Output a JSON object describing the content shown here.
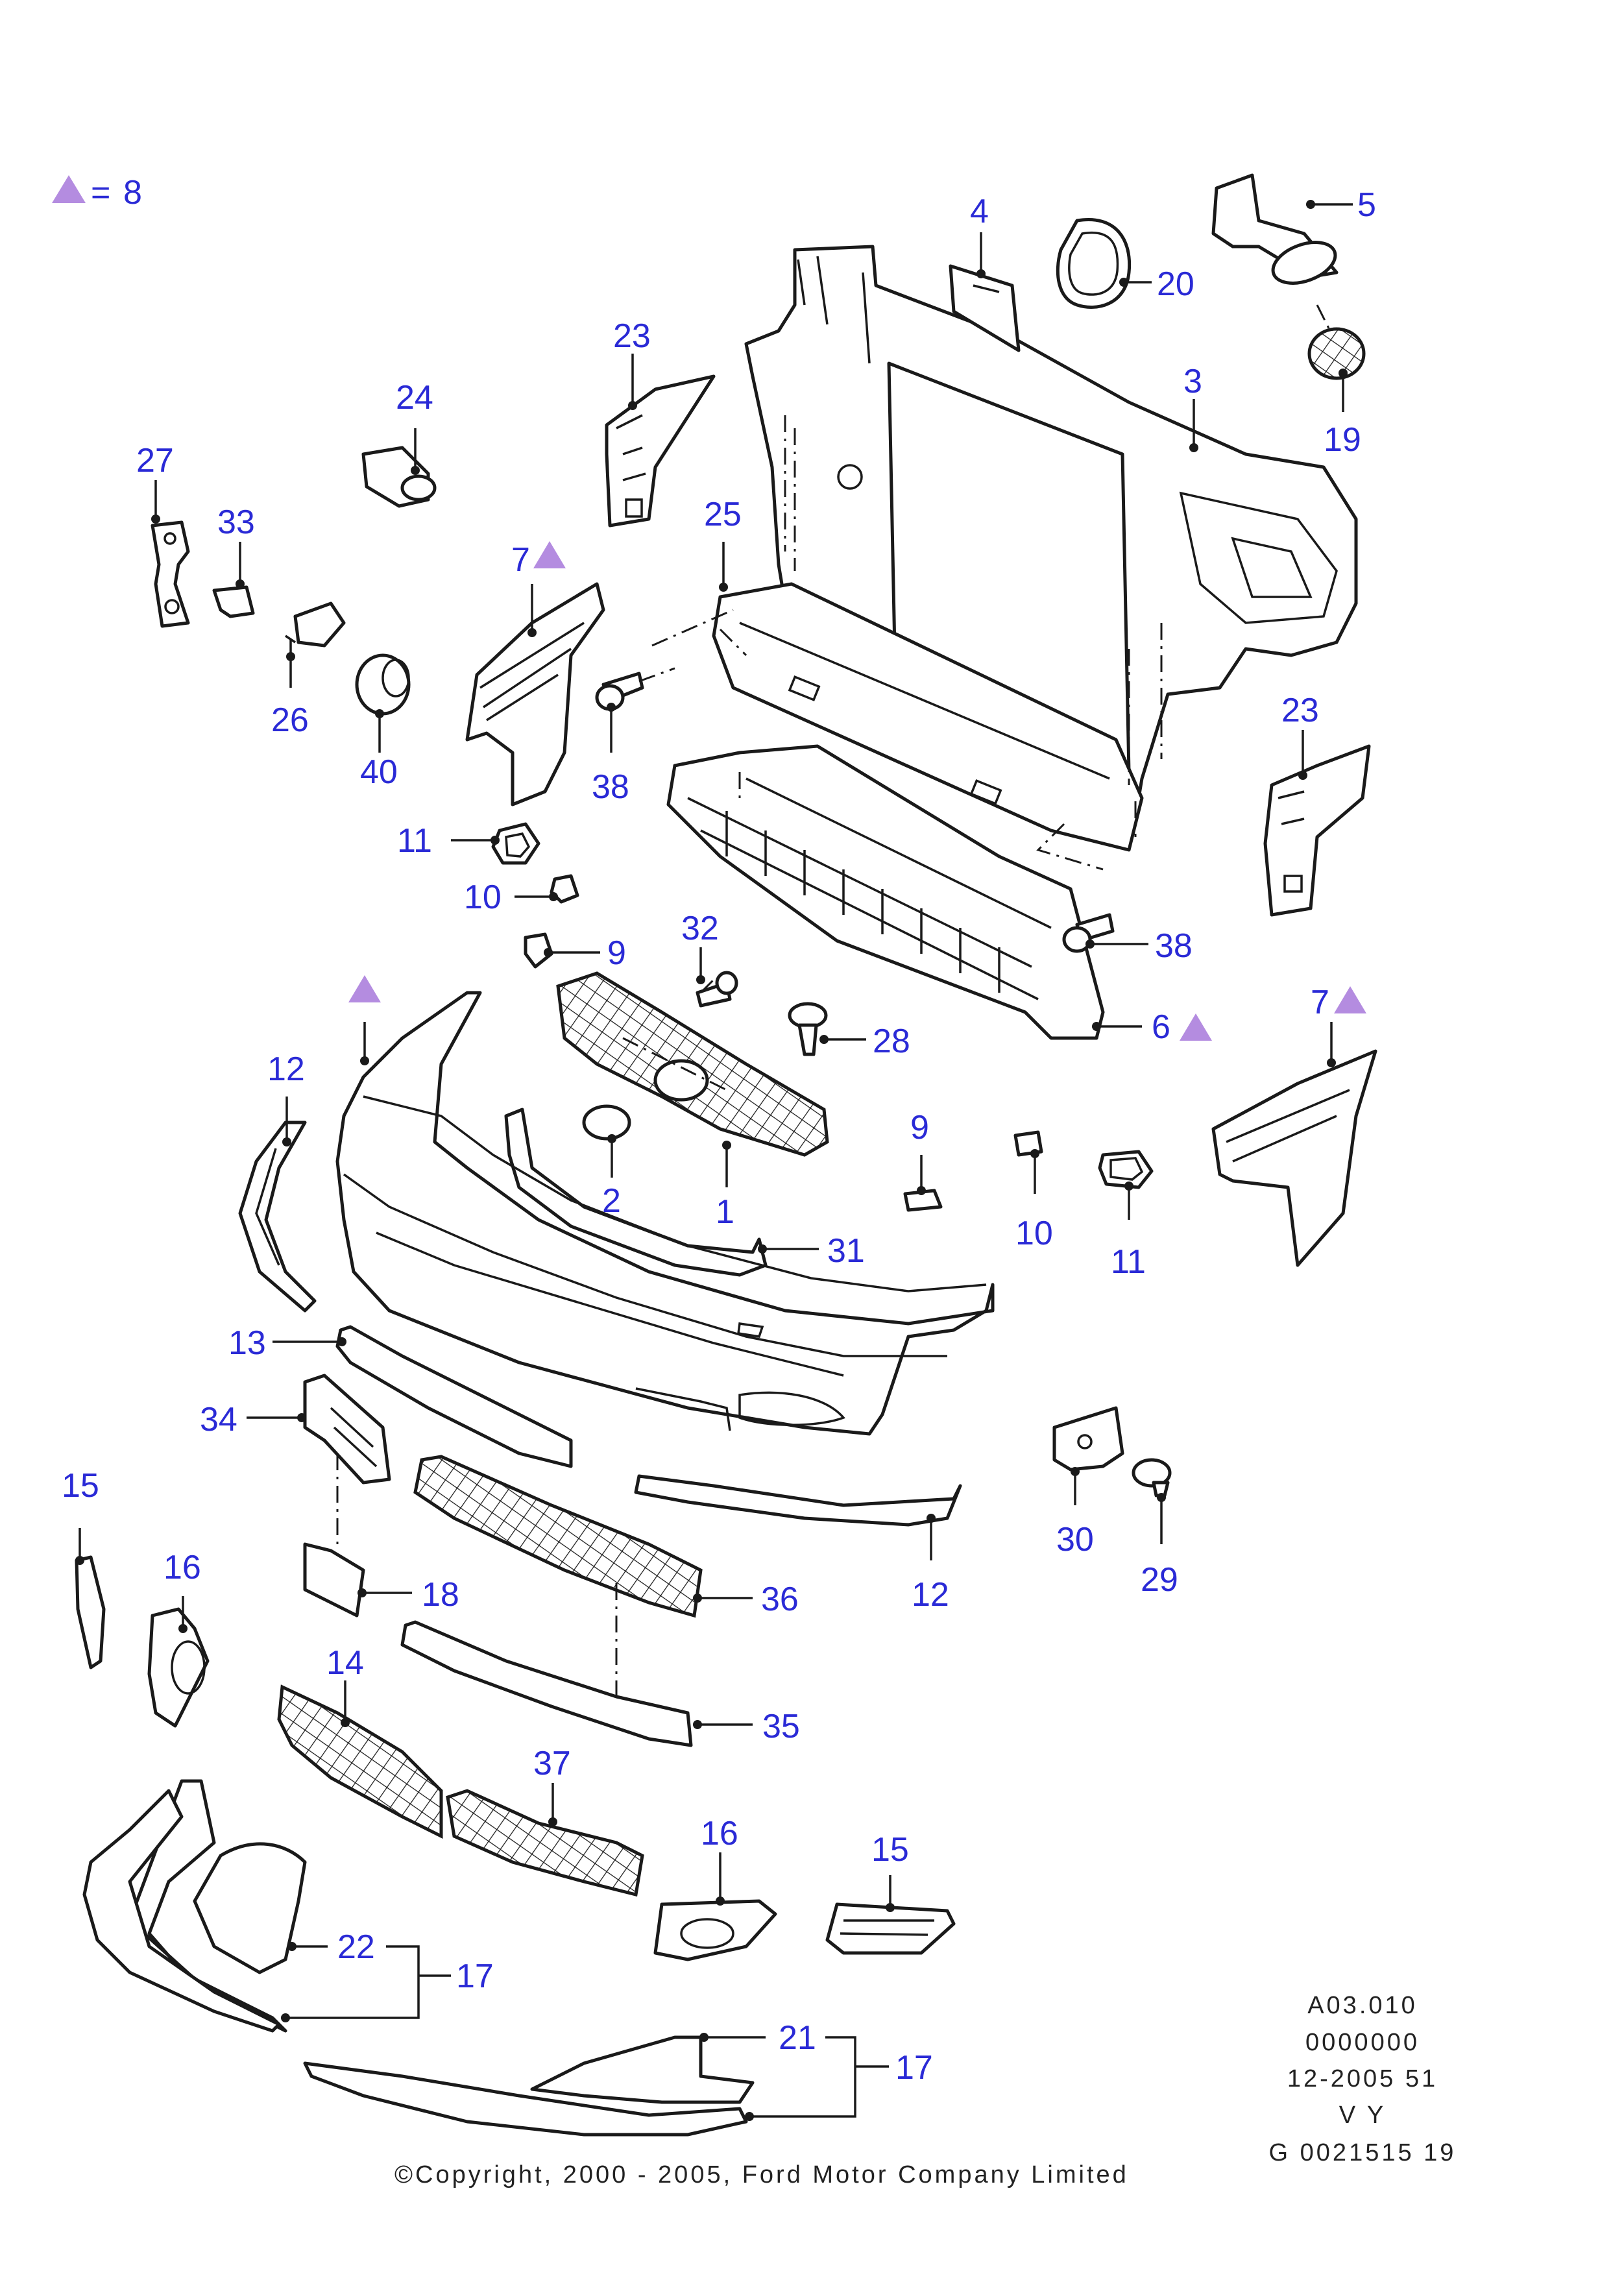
{
  "legend": {
    "symbol": "triangle",
    "symbol_color": "#b48ce0",
    "equals": "=",
    "value": "8"
  },
  "callouts": {
    "c1": "1",
    "c2": "2",
    "c3": "3",
    "c4": "4",
    "c5": "5",
    "c6": "6",
    "c7a": "7",
    "c7b": "7",
    "c9a": "9",
    "c9b": "9",
    "c10a": "10",
    "c10b": "10",
    "c11a": "11",
    "c11b": "11",
    "c12a": "12",
    "c12b": "12",
    "c13": "13",
    "c14": "14",
    "c15a": "15",
    "c15b": "15",
    "c16a": "16",
    "c16b": "16",
    "c17a": "17",
    "c17b": "17",
    "c18": "18",
    "c19": "19",
    "c20": "20",
    "c21": "21",
    "c22": "22",
    "c23a": "23",
    "c23b": "23",
    "c24": "24",
    "c25": "25",
    "c26": "26",
    "c27": "27",
    "c28": "28",
    "c29": "29",
    "c30": "30",
    "c31": "31",
    "c32": "32",
    "c33": "33",
    "c34": "34",
    "c35": "35",
    "c36": "36",
    "c37": "37",
    "c38a": "38",
    "c38b": "38",
    "c40": "40"
  },
  "reference": [
    "A03.010",
    "0000000",
    "12-2005 51",
    "V Y",
    "G 0021515 19"
  ],
  "copyright": "©Copyright, 2000 - 2005, Ford Motor Company Limited",
  "colors": {
    "callout": "#2a2ad6",
    "linework": "#1a1a1a",
    "marker": "#b48ce0"
  }
}
